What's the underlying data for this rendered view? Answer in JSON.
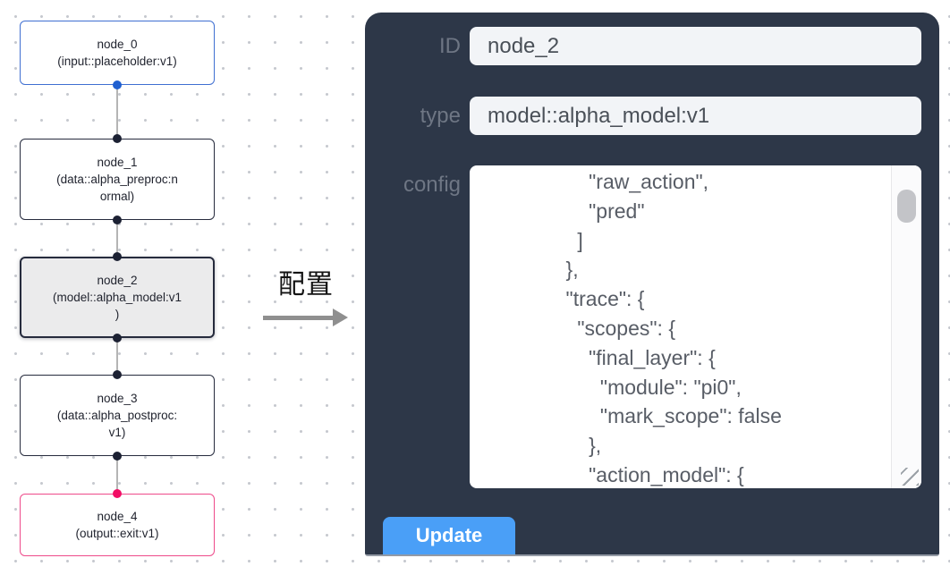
{
  "colors": {
    "accent_blue": "#4a9ff7",
    "panel_bg": "#2d3748",
    "input_bg": "#f2f4f7",
    "input_text": "#4a5058",
    "label_color": "#6e7684",
    "config_text": "#585d66",
    "node_border_default": "#262b3d",
    "node_border_input": "#3f6fd1",
    "node_border_output": "#ee4a8a",
    "node_selected_bg": "#ebebec",
    "dot_default": "#1c2133",
    "dot_input": "#1f5fd0",
    "dot_output": "#f20d65",
    "edge_color": "#b5b5b5",
    "arrow_color": "#8f8f8f",
    "grid_dot": "#c6c9cf"
  },
  "canvas": {
    "nodes": [
      {
        "id": "node_0",
        "kind": "input",
        "label": "node_0\n(input::placeholder:v1)"
      },
      {
        "id": "node_1",
        "kind": "default",
        "label": "node_1\n(data::alpha_preproc:n\normal)"
      },
      {
        "id": "node_2",
        "kind": "selected",
        "label": "node_2\n(model::alpha_model:v1\n)"
      },
      {
        "id": "node_3",
        "kind": "default",
        "label": "node_3\n(data::alpha_postproc:\nv1)"
      },
      {
        "id": "node_4",
        "kind": "output",
        "label": "node_4\n(output::exit:v1)"
      }
    ]
  },
  "transition": {
    "label": "配置"
  },
  "panel": {
    "id_label": "ID",
    "id_value": "node_2",
    "type_label": "type",
    "type_value": "model::alpha_model:v1",
    "config_label": "config",
    "config_value": "        \"raw_action\",\n        \"pred\"\n      ]\n    },\n    \"trace\": {\n      \"scopes\": {\n        \"final_layer\": {\n          \"module\": \"pi0\",\n          \"mark_scope\": false\n        },\n        \"action_model\": {",
    "update_label": "Update"
  }
}
